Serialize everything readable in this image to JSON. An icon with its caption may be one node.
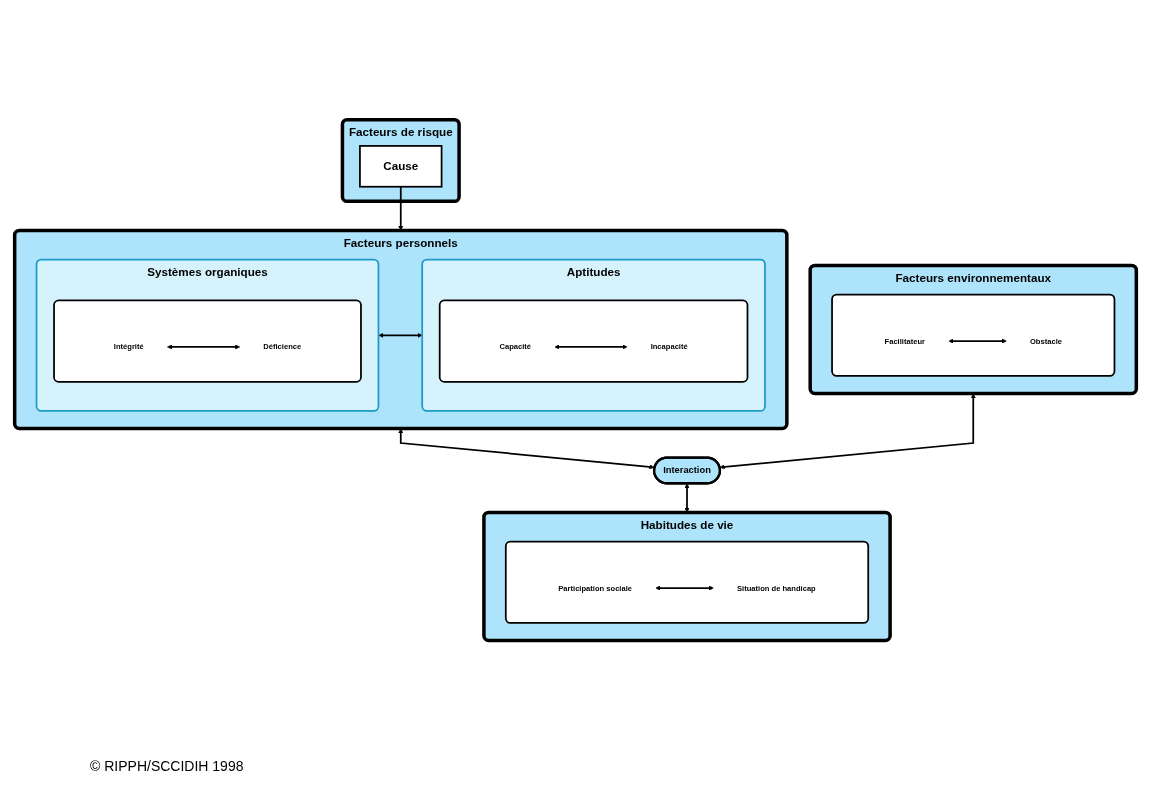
{
  "diagram": {
    "nodes": [
      {
        "text": [
          "Facteurs de risque"
        ]
      },
      {
        "text": [
          "Cause"
        ],
        "in": 0
      },
      {
        "text": [
          "Facteurs personnels"
        ]
      },
      {
        "text": [
          "Systèmes organiques"
        ],
        "in": 2
      },
      {
        "text": [],
        "shape": "box",
        "in": 3
      },
      {
        "text": [
          "Intégrité"
        ],
        "in": 4
      },
      {
        "text": [
          "Déficience"
        ],
        "in": 4
      },
      {
        "text": [
          "Aptitudes"
        ],
        "in": 2
      },
      {
        "text": [],
        "shape": "box",
        "in": 7
      },
      {
        "text": [
          "Capacité"
        ],
        "in": 8
      },
      {
        "text": [
          "Incapacité"
        ],
        "in": 8
      },
      {
        "text": [
          "Facteurs environnementaux"
        ]
      },
      {
        "text": [],
        "shape": "box",
        "in": 11
      },
      {
        "text": [
          "Facilitateur"
        ],
        "in": 12
      },
      {
        "text": [
          "Obstacle"
        ],
        "in": 12
      },
      {
        "text": [
          "Interaction"
        ]
      },
      {
        "text": [
          "Habitudes de vie"
        ]
      },
      {
        "text": [],
        "shape": "box",
        "in": 16
      },
      {
        "text": [
          "Participation sociale"
        ],
        "in": 17
      },
      {
        "text": [
          "Situation de handicap"
        ],
        "in": 17
      }
    ],
    "edges": [
      {
        "from": 1,
        "to": 2,
        "arrow": "to"
      },
      {
        "from": 5,
        "to": 6,
        "arrow": "both"
      },
      {
        "from": 3,
        "to": 7,
        "arrow": "both"
      },
      {
        "from": 9,
        "to": 10,
        "arrow": "both"
      },
      {
        "from": 13,
        "to": 14,
        "arrow": "both"
      },
      {
        "from": 2,
        "to": 15,
        "arrow": "both"
      },
      {
        "from": 11,
        "to": 15,
        "arrow": "both"
      },
      {
        "from": 15,
        "to": 16,
        "arrow": "both"
      },
      {
        "from": 18,
        "to": 19,
        "arrow": "both"
      }
    ],
    "labels": [
      "© RIPPH/SCCIDIH 1998"
    ]
  }
}
